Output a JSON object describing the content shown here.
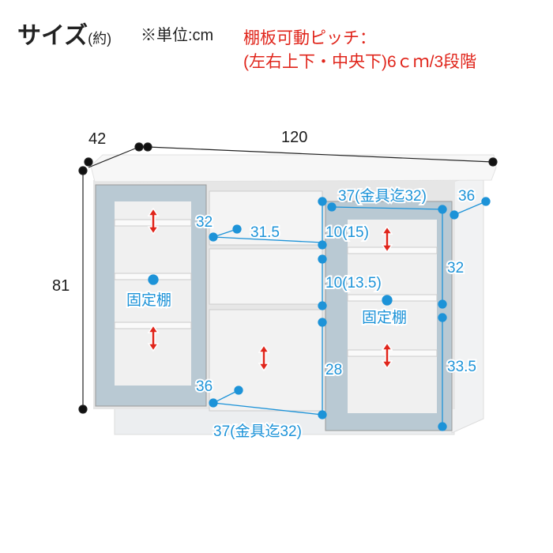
{
  "header": {
    "title": "サイズ",
    "title_suffix": "(約)",
    "unit": "※単位:cm",
    "pitch_line1": "棚板可動ピッチ：",
    "pitch_line2": "(左右上下・中央下)6ｃｍ/3段階"
  },
  "overall": {
    "depth": "42",
    "width": "120",
    "height": "81"
  },
  "drawers": {
    "d1_height": "32",
    "d1_width": "31.5",
    "d3_depth": "36",
    "inner_width": "37(金具迄32)",
    "d1_inner": "10(15)",
    "d2_inner": "10(13.5)",
    "d3_inner": "28"
  },
  "right_cabinet": {
    "inner_width": "37(金具迄32)",
    "depth": "36",
    "upper_height": "32",
    "lower_height": "33.5",
    "fixed_shelf": "固定棚"
  },
  "left_cabinet": {
    "fixed_shelf": "固定棚"
  },
  "colors": {
    "accent_blue": "#1d93d8",
    "red": "#e0251b",
    "glass": "#b9c9d3"
  }
}
